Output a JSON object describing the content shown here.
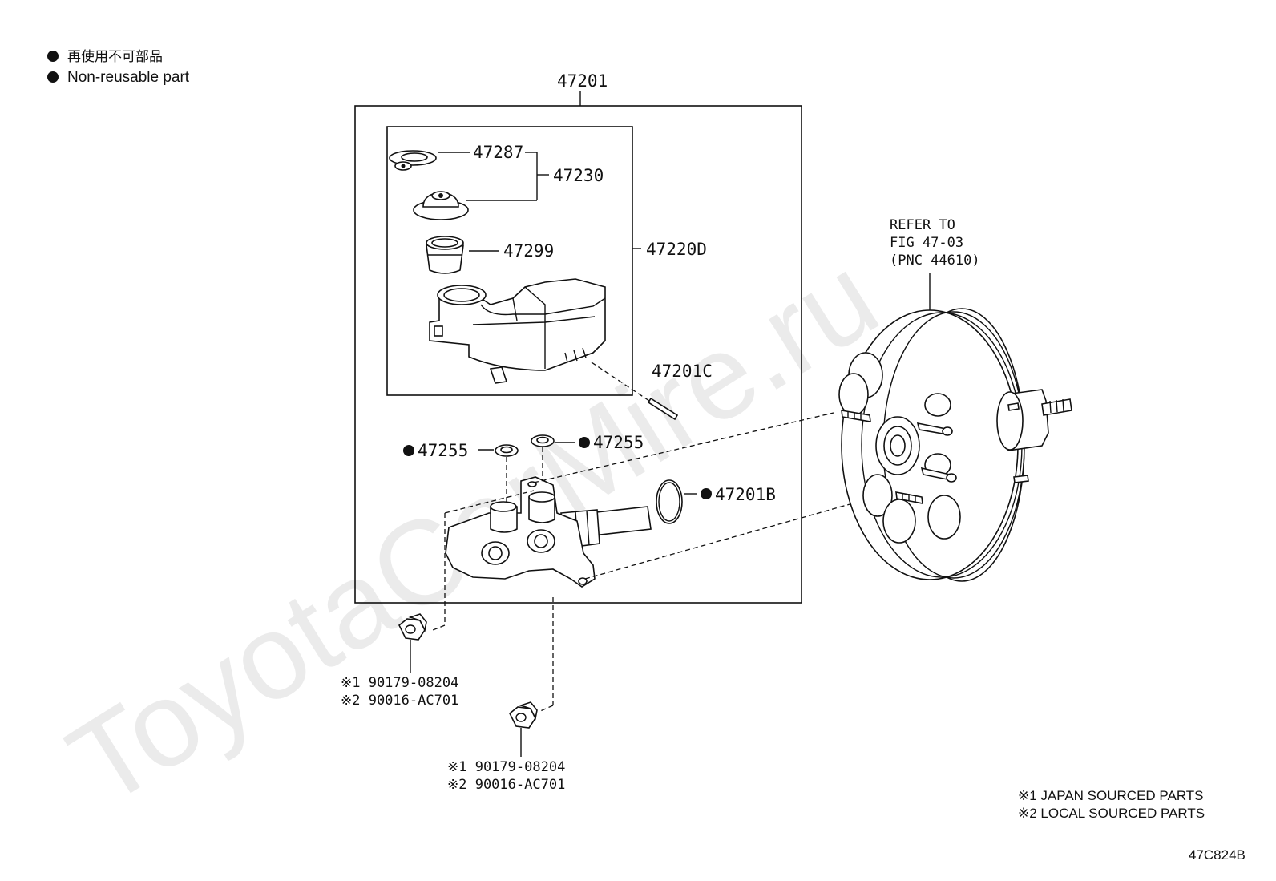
{
  "legend": {
    "jp": "再使用不可部品",
    "en": "Non-reusable part"
  },
  "labels": {
    "assembly": "47201",
    "reservoir_assy": "47220D",
    "grommet_47287": "47287",
    "cap_47230": "47230",
    "strainer_47299": "47299",
    "pin_47201C": "47201C",
    "grommet_left": "47255",
    "grommet_right": "47255",
    "oring_47201B": "47201B"
  },
  "nuts": [
    {
      "line1": "※1 90179-08204",
      "line2": "※2 90016-AC701"
    },
    {
      "line1": "※1 90179-08204",
      "line2": "※2 90016-AC701"
    }
  ],
  "booster_ref": {
    "line1": "REFER TO",
    "line2": "FIG 47-03",
    "line3": "(PNC 44610)"
  },
  "notes": {
    "note1": "※1 JAPAN SOURCED PARTS",
    "note2": "※2 LOCAL SOURCED PARTS"
  },
  "figure_id": "47C824B",
  "watermark": "ToyotaCarMire.ru"
}
